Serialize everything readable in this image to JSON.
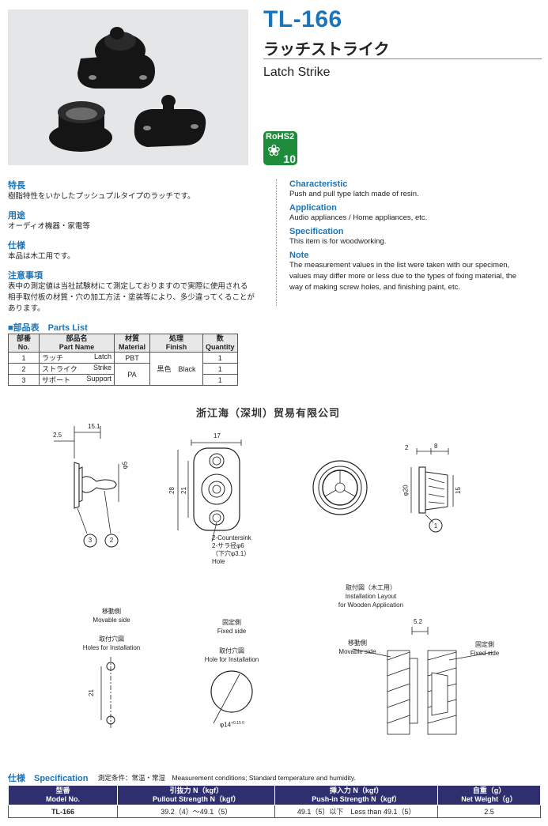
{
  "header": {
    "model": "TL-166",
    "title_jp": "ラッチストライク",
    "title_en": "Latch Strike",
    "rohs_label": "RoHS2",
    "rohs_number": "10"
  },
  "left_sections": [
    {
      "heading": "特長",
      "text": "樹脂特性をいかしたプッシュプルタイプのラッチです。"
    },
    {
      "heading": "用途",
      "text": "オーディオ機器・家電等"
    },
    {
      "heading": "仕様",
      "text": "本品は木工用です。"
    },
    {
      "heading": "注意事項",
      "lines": [
        "表中の測定値は当社試験材にて測定しておりますので実際に使用される",
        "相手取付板の材質・穴の加工方法・塗装等により、多少違ってくることが",
        "あります。"
      ]
    }
  ],
  "right_sections": [
    {
      "heading": "Characteristic",
      "text": "Push and pull type latch made of resin."
    },
    {
      "heading": "Application",
      "text": "Audio appliances / Home appliances, etc."
    },
    {
      "heading": "Specification",
      "text": "This item is for woodworking."
    },
    {
      "heading": "Note",
      "lines": [
        "The measurement values in the list were taken with our specimen,",
        "values may differ more or less due to the types of fixing material, the",
        "way of making screw holes, and finishing paint, etc."
      ]
    }
  ],
  "parts_list": {
    "heading": "■部品表　Parts List",
    "headers": [
      {
        "jp": "部番",
        "en": "No."
      },
      {
        "jp": "部品名",
        "en": "Part Name"
      },
      {
        "jp": "材質",
        "en": "Material"
      },
      {
        "jp": "処理",
        "en": "Finish"
      },
      {
        "jp": "数",
        "en": "Quantity"
      }
    ],
    "rows": [
      {
        "no": "1",
        "name_jp": "ラッチ",
        "name_en": "Latch",
        "material": "PBT",
        "qty": "1"
      },
      {
        "no": "2",
        "name_jp": "ストライク",
        "name_en": "Strike",
        "material": "PA",
        "qty": "1"
      },
      {
        "no": "3",
        "name_jp": "サポート",
        "name_en": "Support",
        "material": "",
        "qty": "1"
      }
    ],
    "finish": "黒色　Black"
  },
  "drawing": {
    "maker": "浙江海（深圳）贸易有限公司",
    "dims": {
      "d25": "2.5",
      "d151": "15.1",
      "d5": "φ5",
      "d17": "17",
      "d28": "28",
      "d21": "21",
      "d2": "2",
      "d8": "8",
      "d20": "φ20",
      "d15": "15",
      "d52": "5.2",
      "d21b": "21",
      "d14": "φ14",
      "d14tol": "+0.15 0"
    },
    "balloons": [
      "3",
      "2",
      "1"
    ],
    "hole_note": [
      "2-Countersink",
      "2-サラ径φ6",
      "（下穴φ3.1）",
      "Hole"
    ],
    "movable": [
      "移動側",
      "Movable side"
    ],
    "holes_install": [
      "取付穴図",
      "Holes for Installation"
    ],
    "fixed": [
      "固定側",
      "Fixed side"
    ],
    "hole_install": [
      "取付穴図",
      "Hole for Installation"
    ],
    "layout": [
      "取付図（木工用）",
      "Installation Layout",
      "for Wooden Application"
    ],
    "layout_movable": [
      "移動側",
      "Movable side"
    ],
    "layout_fixed": [
      "固定側",
      "Fixed side"
    ]
  },
  "spec": {
    "heading": "仕様　Specification",
    "conditions": "測定条件：常温・常湿　Measurement conditions; Standard temperature and humidity.",
    "headers": [
      {
        "jp": "型番",
        "en": "Model No."
      },
      {
        "jp": "引抜力 N（kgf）",
        "en": "Pullout Strength N（kgf）"
      },
      {
        "jp": "挿入力 N（kgf）",
        "en": "Push-in Strength N（kgf）"
      },
      {
        "jp": "自重（g）",
        "en": "Net Weight（g）"
      }
    ],
    "row": {
      "model": "TL-166",
      "pullout": "39.2（4）～49.1（5）",
      "pushin": "49.1（5）以下　Less than 49.1（5）",
      "weight": "2.5"
    }
  },
  "colors": {
    "accent": "#1b75bb",
    "rohs": "#1e8c3a",
    "table_header": "#2f2f70"
  }
}
